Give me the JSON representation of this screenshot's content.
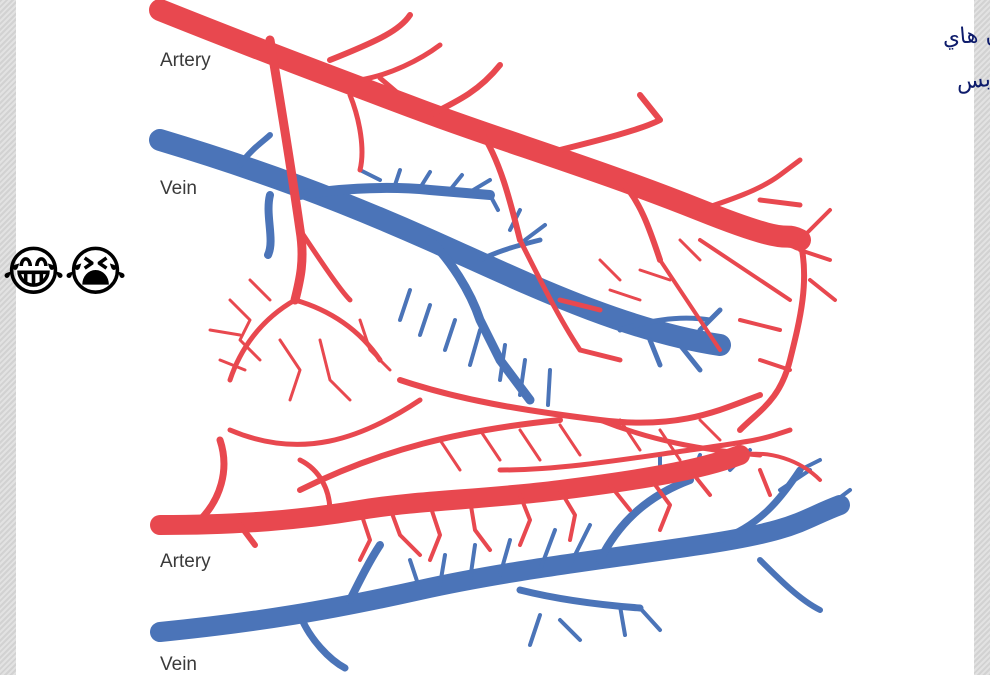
{
  "labels": {
    "artery_top": "Artery",
    "vein_top": "Vein",
    "artery_bottom": "Artery",
    "vein_bottom": "Vein"
  },
  "note": {
    "line1": "فكك من هاي",
    "line2": "وشوف رسمتي بس"
  },
  "emojis": {
    "first": "😂",
    "second": "😭"
  },
  "colors": {
    "artery": "#e8484f",
    "vein": "#4b74b8",
    "note_ink": "#0d1b6b"
  }
}
